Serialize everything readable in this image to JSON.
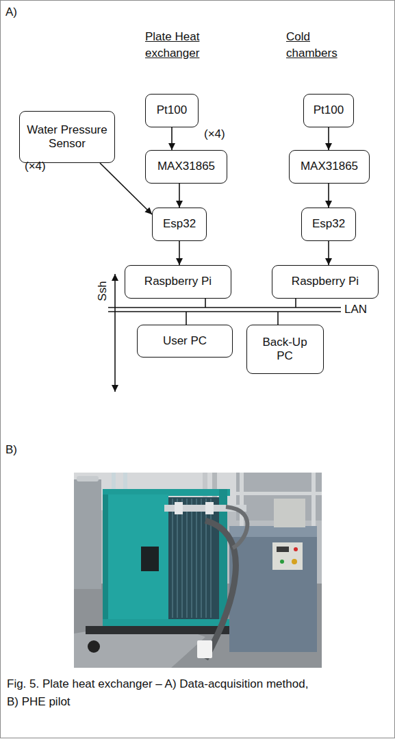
{
  "diagram": {
    "caption": "Fig. 5. Plate heat exchanger – A) Data-acquisition method, B) PHE pilot",
    "nodes": [
      {
        "text": [
          "Water Pressure Sensor"
        ]
      },
      {
        "text": [
          "Pt100"
        ]
      },
      {
        "text": [
          "MAX31865"
        ]
      },
      {
        "text": [
          "Esp32"
        ]
      },
      {
        "text": [
          "Raspberry Pi"
        ]
      },
      {
        "text": [
          "Pt100"
        ]
      },
      {
        "text": [
          "MAX31865"
        ]
      },
      {
        "text": [
          "Esp32"
        ]
      },
      {
        "text": [
          "Raspberry Pi"
        ]
      },
      {
        "text": [
          "User PC"
        ]
      },
      {
        "text": [
          "Back-Up PC"
        ]
      }
    ],
    "edges": [
      {
        "from": 0,
        "to": 3,
        "arrow": "to"
      },
      {
        "from": 1,
        "to": 2,
        "arrow": "to"
      },
      {
        "from": 2,
        "to": 3,
        "arrow": "to"
      },
      {
        "from": 3,
        "to": 4,
        "arrow": "to"
      },
      {
        "from": 5,
        "to": 6,
        "arrow": "to"
      },
      {
        "from": 6,
        "to": 7,
        "arrow": "to"
      },
      {
        "from": 7,
        "to": 8,
        "arrow": "to"
      }
    ],
    "labels": [
      "A)",
      "Plate Heat exchanger",
      "Cold chambers",
      "(×4)",
      "(×4)",
      "LAN",
      "Ssh",
      "B)"
    ]
  }
}
